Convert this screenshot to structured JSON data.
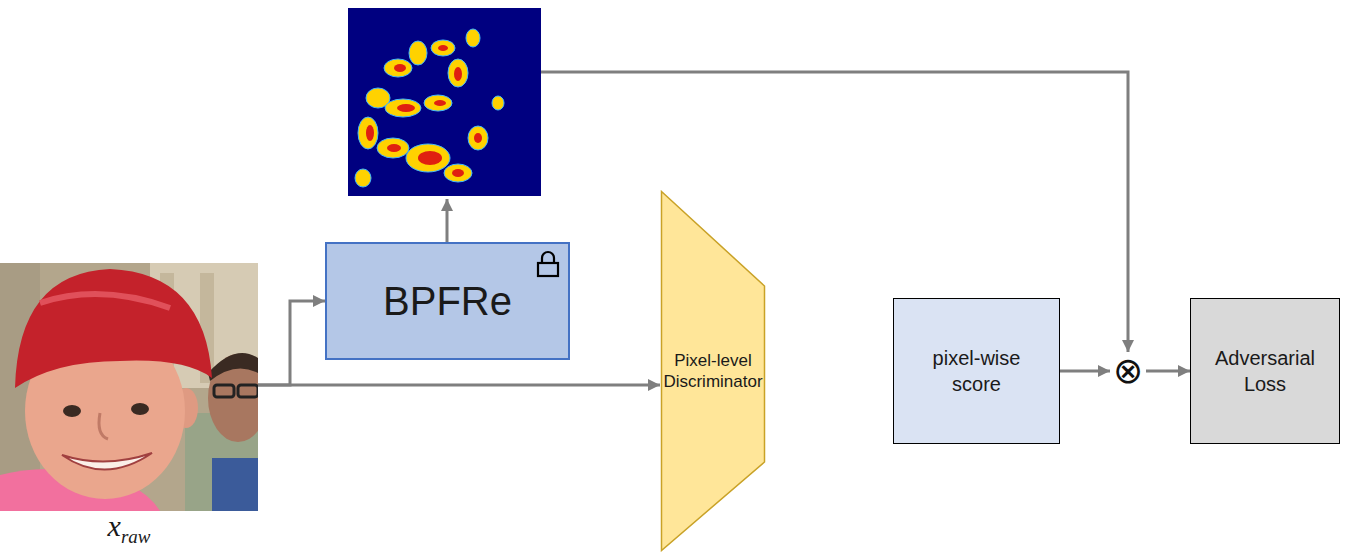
{
  "diagram": {
    "nodes": [
      {
        "text": [
          "x",
          "raw"
        ]
      },
      {
        "text": [
          "BPFRe"
        ]
      },
      {
        "text": [
          "Pixel-level Discriminator"
        ]
      },
      {
        "text": [
          "pixel-wise score"
        ]
      },
      {
        "text": [
          "⊗"
        ]
      },
      {
        "text": [
          "Adversarial Loss"
        ]
      }
    ],
    "edges": [
      {
        "from": 0,
        "to": 1,
        "arrow": "to"
      },
      {
        "from": 0,
        "to": 2,
        "arrow": "to"
      },
      {
        "from": 3,
        "to": 4,
        "arrow": "to"
      },
      {
        "from": 4,
        "to": 5,
        "arrow": "to"
      }
    ]
  }
}
